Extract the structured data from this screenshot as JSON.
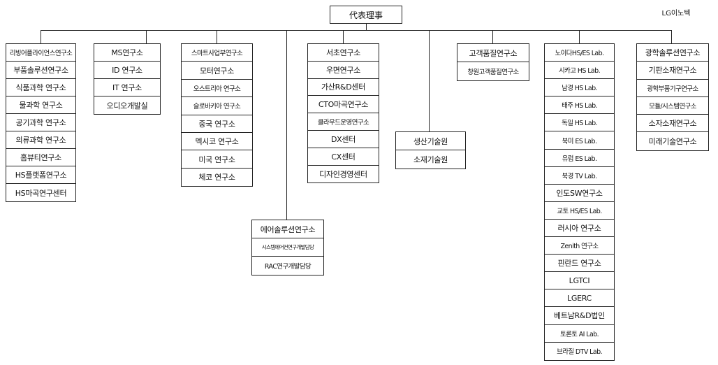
{
  "root": "代表理事",
  "company_tag": "LG이노텍",
  "columns": [
    {
      "id": "c1",
      "items": [
        "리빙어플라이언스연구소",
        "부품솔루션연구소",
        "식품과학 연구소",
        "물과학 연구소",
        "공기과학 연구소",
        "의류과학 연구소",
        "홈뷰티연구소",
        "HS플랫폼연구소",
        "HS마곡연구센터"
      ]
    },
    {
      "id": "c2",
      "items": [
        "MS연구소",
        "ID 연구소",
        "IT 연구소",
        "오디오개발실"
      ]
    },
    {
      "id": "c3",
      "items": [
        "스마트사업부연구소",
        "모터연구소",
        "오스트리아 연구소",
        "슬로바키아 연구소",
        "중국 연구소",
        "멕시코 연구소",
        "미국 연구소",
        "체코 연구소"
      ]
    },
    {
      "id": "c4",
      "items": [
        "에어솔루션연구소",
        "시스템에어컨연구개발담당",
        "RAC연구개발담당"
      ]
    },
    {
      "id": "c5",
      "items": [
        "서초연구소",
        "우면연구소",
        "가산R&D센터",
        "CTO마곡연구소",
        "클라우드운영연구소",
        "DX센터",
        "CX센터",
        "디자인경영센터"
      ]
    },
    {
      "id": "c6",
      "items": [
        "생산기술원",
        "소재기술원"
      ]
    },
    {
      "id": "c7",
      "items": [
        "고객품질연구소",
        "창원고객품질연구소"
      ]
    },
    {
      "id": "c8",
      "items": [
        "노이다HS/ES Lab.",
        "시카고 HS Lab.",
        "남경 HS Lab.",
        "태주 HS Lab.",
        "독일 HS Lab.",
        "북미 ES Lab.",
        "유럽 ES Lab.",
        "북경 TV Lab.",
        "인도SW연구소",
        "교토 HS/ES Lab.",
        "러시아 연구소",
        "Zenith 연구소",
        "핀란드 연구소",
        "LGTCI",
        "LGERC",
        "베트남R&D법인",
        "토론토 AI Lab.",
        "브라질 DTV Lab."
      ]
    },
    {
      "id": "c9",
      "items": [
        "광학솔루션연구소",
        "기판소재연구소",
        "광학부품기구연구소",
        "모듈/시스템연구소",
        "소자소재연구소",
        "미래기술연구소"
      ]
    }
  ]
}
